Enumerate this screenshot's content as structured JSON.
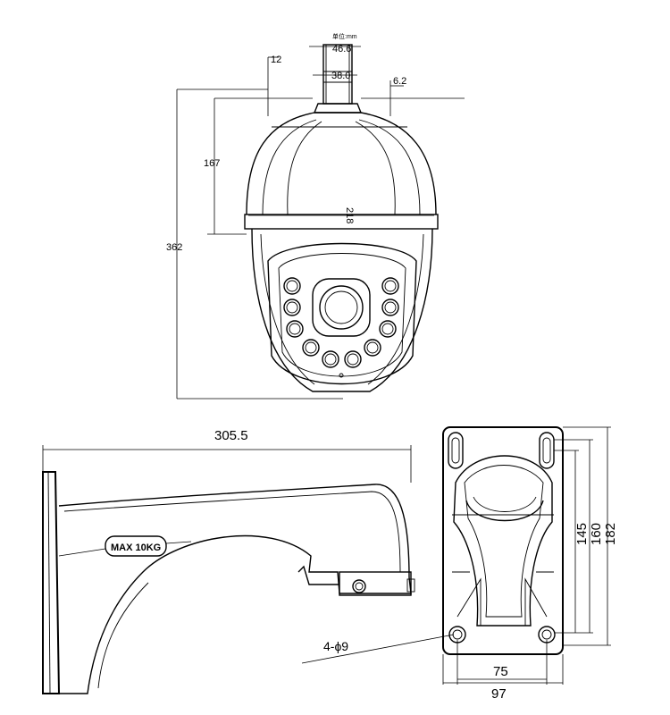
{
  "camera": {
    "dim_top_outer": "46.6",
    "dim_top_unit": "单位:mm",
    "dim_top_inner": "38.0",
    "dim_offset_left": "12",
    "dim_offset_right": "6.2",
    "dim_height_upper": "167",
    "dim_height_total": "362",
    "dim_width": "218"
  },
  "bracket": {
    "dim_length": "305.5",
    "badge": "MAX 10KG"
  },
  "plate": {
    "dim_h1": "145",
    "dim_h2": "160",
    "dim_h3": "182",
    "dim_w1": "75",
    "dim_w2": "97",
    "holes": "4-ϕ9"
  }
}
